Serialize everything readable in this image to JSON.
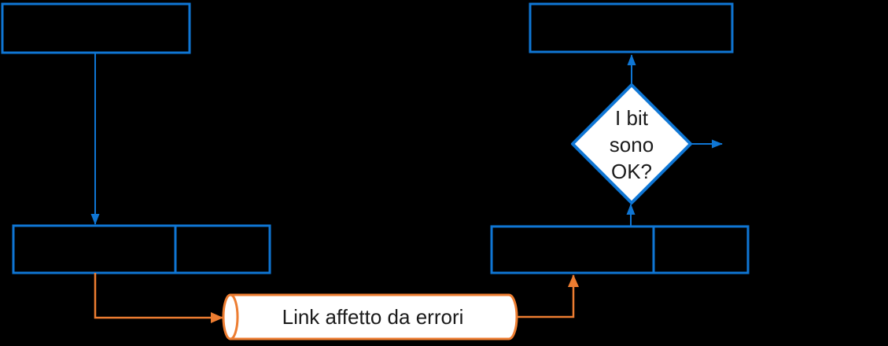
{
  "page": {
    "background": "#000000",
    "kind": "flowchart"
  },
  "palette": {
    "blue": "#0F76D4",
    "orange": "#ED7D31",
    "shape_fill": "#FFFFFF",
    "label_text": "#1B1B1B"
  },
  "diamond": {
    "line1": "I bit",
    "line2": "sono",
    "line3": "OK?"
  },
  "cylinder": {
    "label": "Link affetto da errori"
  }
}
